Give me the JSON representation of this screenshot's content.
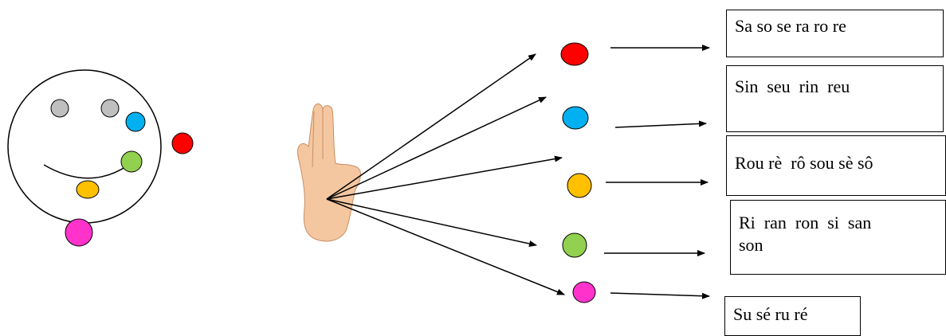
{
  "colors": {
    "red": "#ff0000",
    "blue": "#00b0f0",
    "orange": "#ffc000",
    "green": "#92d050",
    "magenta": "#ff33cc",
    "gray": "#bfbfbf",
    "skin": "#f4c7a1",
    "line": "#000000"
  },
  "face": {
    "dots": [
      {
        "name": "gray-dot-left",
        "color": "gray"
      },
      {
        "name": "gray-dot-right",
        "color": "gray"
      },
      {
        "name": "blue-dot",
        "color": "blue"
      },
      {
        "name": "green-dot",
        "color": "green"
      },
      {
        "name": "orange-dot",
        "color": "orange"
      },
      {
        "name": "red-dot",
        "color": "red"
      },
      {
        "name": "magenta-dot",
        "color": "magenta"
      }
    ]
  },
  "hand": {
    "icon": "raised-hand-icon"
  },
  "rows": [
    {
      "color": "red",
      "text": "Sa so se ra ro re"
    },
    {
      "color": "blue",
      "text": "Sin  seu  rin  reu"
    },
    {
      "color": "orange",
      "text": "Rou rè  rô sou sè sô"
    },
    {
      "color": "green",
      "text": "Ri  ran  ron  si  san\nson"
    },
    {
      "color": "magenta",
      "text": "Su sé ru ré"
    }
  ]
}
